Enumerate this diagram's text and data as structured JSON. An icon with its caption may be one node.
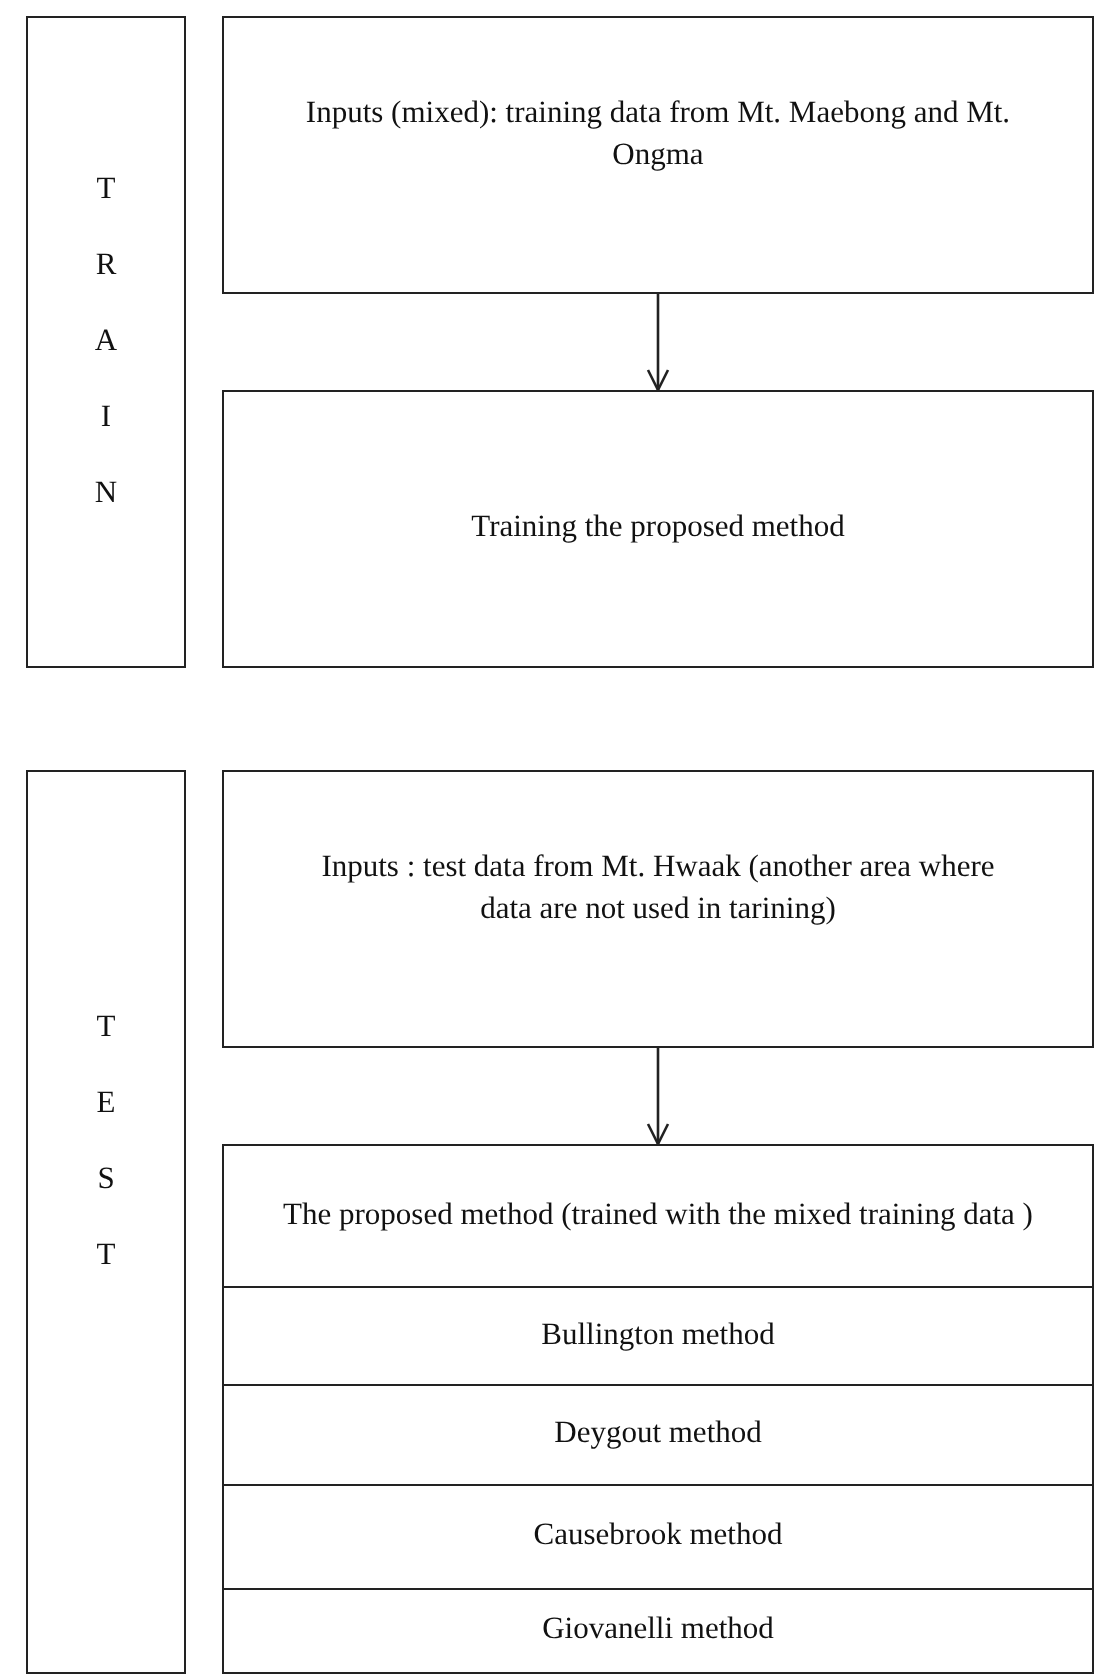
{
  "diagram": {
    "nodes": [
      {
        "text": [
          "TRAIN"
        ]
      },
      {
        "text": [
          "Inputs (mixed): training data from Mt. Maebong and Mt. Ongma"
        ]
      },
      {
        "text": [
          "Training the proposed method"
        ]
      },
      {
        "text": [
          "TEST"
        ]
      },
      {
        "text": [
          "Inputs : test data from Mt. Hwaak (another area where data are not used in tarining)"
        ]
      },
      {
        "text": [
          "The proposed method (trained with the mixed training data )"
        ]
      },
      {
        "text": [
          "Bullington method"
        ]
      },
      {
        "text": [
          "Deygout method"
        ]
      },
      {
        "text": [
          "Causebrook method"
        ]
      },
      {
        "text": [
          "Giovanelli method"
        ]
      }
    ],
    "edges": [
      {
        "from": 1,
        "to": 2,
        "arrow": "to"
      },
      {
        "from": 4,
        "to": 5,
        "arrow": "to"
      }
    ]
  }
}
